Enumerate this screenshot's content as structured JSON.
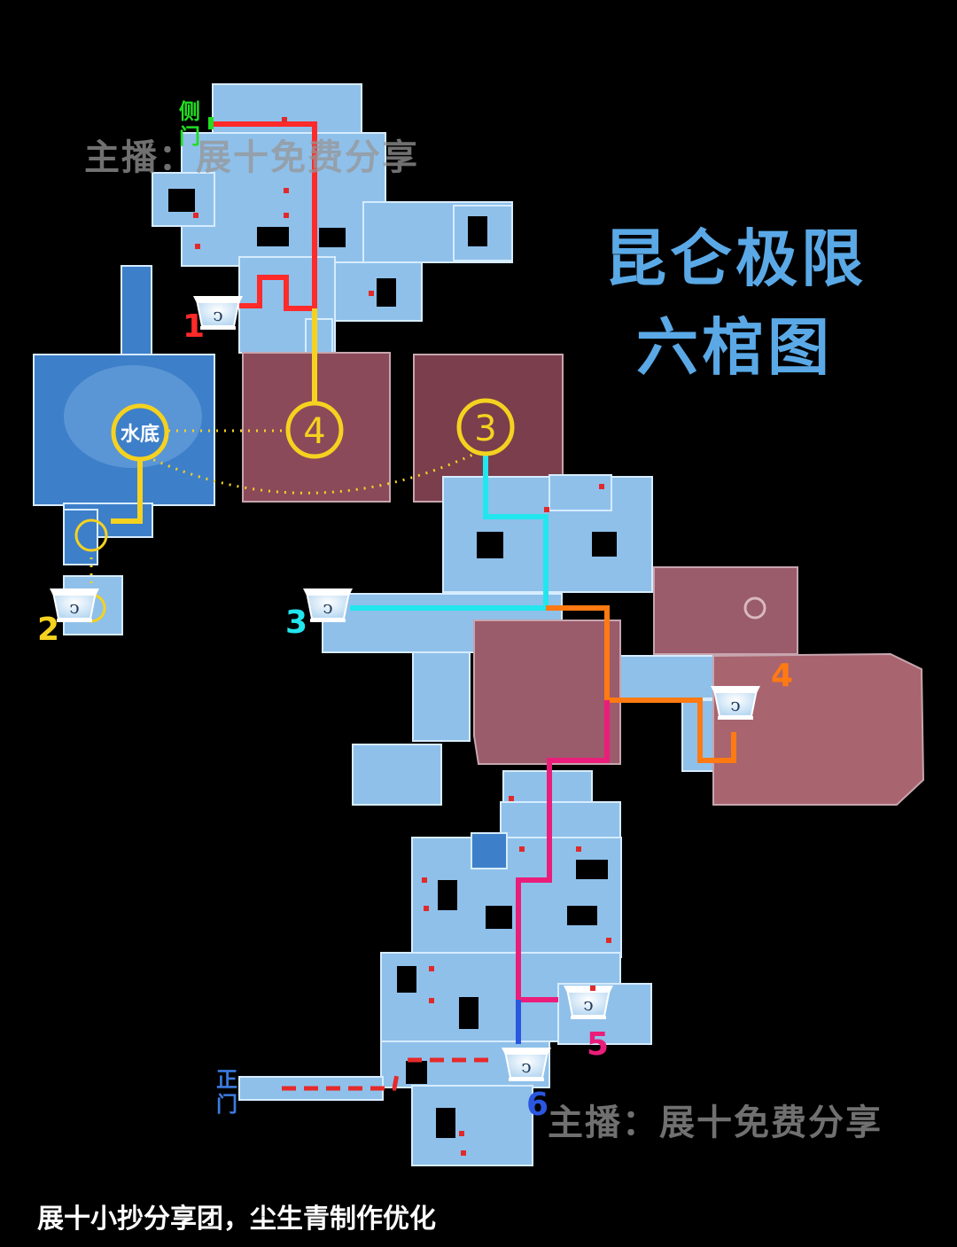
{
  "title": {
    "line1": "昆仑极限",
    "line2": "六棺图"
  },
  "watermark": "主播：展十免费分享",
  "credit": "展十小抄分享团，尘生青制作优化",
  "doors": {
    "side": {
      "label": "侧门",
      "color": "#22dd22"
    },
    "main": {
      "label": "正门",
      "color": "#3b7be0"
    }
  },
  "underwater": {
    "label": "水底"
  },
  "circled_rooms": [
    {
      "label": "4"
    },
    {
      "label": "3"
    }
  ],
  "coffins": [
    {
      "label": "1",
      "color": "#ff2a2a"
    },
    {
      "label": "2",
      "color": "#f5d21f"
    },
    {
      "label": "3",
      "color": "#22e6ee"
    },
    {
      "label": "4",
      "color": "#ff7a12"
    },
    {
      "label": "5",
      "color": "#ea1e7a"
    },
    {
      "label": "6",
      "color": "#2a56e0"
    }
  ],
  "colors": {
    "background": "#000000",
    "room": "#8fc0ea",
    "deep_room": "#3e7fc9",
    "hall": "#8a4a5a",
    "title": "#5aa9e6"
  }
}
